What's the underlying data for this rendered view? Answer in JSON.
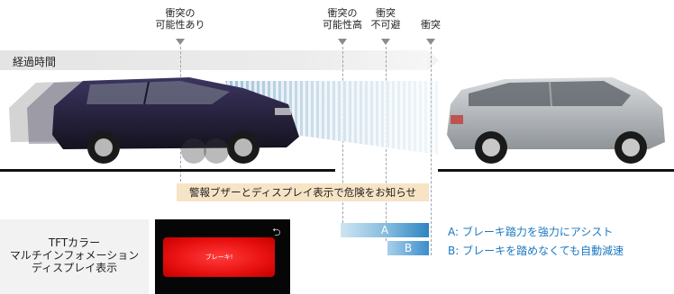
{
  "stages": [
    {
      "label": "衝突の\n可能性あり"
    },
    {
      "label": "衝突の\n可能性高"
    },
    {
      "label": "衝突\n不可避"
    },
    {
      "label": "衝突"
    }
  ],
  "timebar": {
    "label": "経過時間"
  },
  "warning": {
    "text": "警報ブザーとディスプレイ表示で危険をお知らせ"
  },
  "assist": {
    "bar_a": "A",
    "bar_b": "B",
    "legend_a": "A: ブレーキ踏力を強力にアシスト",
    "legend_b": "B: ブレーキを踏めなくても自動減速"
  },
  "display": {
    "caption": "TFTカラー\nマルチインフォメーション\nディスプレイ表示",
    "screen_text": "ブレーキ!",
    "back_icon": "return-arrow-icon"
  },
  "colors": {
    "own_car": "#2a2540",
    "front_car": "#b8bcc0",
    "accent_blue": "#1b78c0",
    "warning_bg": "#f7e3c5",
    "screen_red": "#e81010"
  }
}
